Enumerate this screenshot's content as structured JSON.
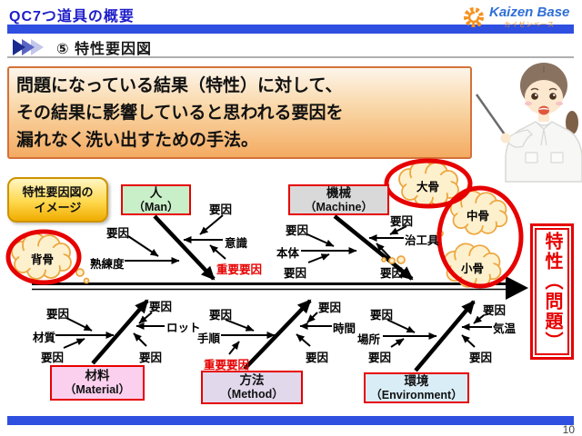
{
  "header": {
    "title": "QC7つ道具の概要",
    "section": "⑤ 特性要因図",
    "logo": {
      "name": "Kaizen Base",
      "subtitle": "カイゼンベース"
    }
  },
  "description": {
    "line1": "問題になっている結果（特性）に対して、",
    "line2": "その結果に影響していると思われる要因を",
    "line3": "漏れなく洗い出すための手法。"
  },
  "diagram": {
    "image_label": {
      "line1": "特性要因図の",
      "line2": "イメージ"
    },
    "bones": {
      "spine": "背骨",
      "big": "大骨",
      "middle": "中骨",
      "small": "小骨"
    },
    "categories": {
      "man": {
        "jp": "人",
        "en": "（Man）"
      },
      "machine": {
        "jp": "機械",
        "en": "（Machine）"
      },
      "material": {
        "jp": "材料",
        "en": "（Material）"
      },
      "method": {
        "jp": "方法",
        "en": "（Method）"
      },
      "environment": {
        "jp": "環境",
        "en": "（Environment）"
      }
    },
    "factor": "要因",
    "important_factor": "重要要因",
    "causes": {
      "skill": "熟練度",
      "awareness": "意識",
      "body": "本体",
      "jig": "治工具",
      "quality": "材質",
      "lot": "ロット",
      "procedure": "手順",
      "time": "時間",
      "place": "場所",
      "temperature": "気温"
    },
    "effect": "特性（問題）"
  },
  "footer": {
    "page": "10"
  },
  "colors": {
    "accent_blue": "#2e4fe0",
    "title_blue": "#1e1ecb",
    "red": "#e60000",
    "desc_border": "#d4713a",
    "cloud_fill": "#fdf0cd",
    "cloud_stroke": "#eda63e",
    "man_bg": "#c9efc9",
    "machine_bg": "#d9d9d9",
    "material_bg": "#fbd0ee",
    "method_bg": "#e1d8ec",
    "environment_bg": "#d9edf7",
    "logo_orange": "#f6921e"
  }
}
